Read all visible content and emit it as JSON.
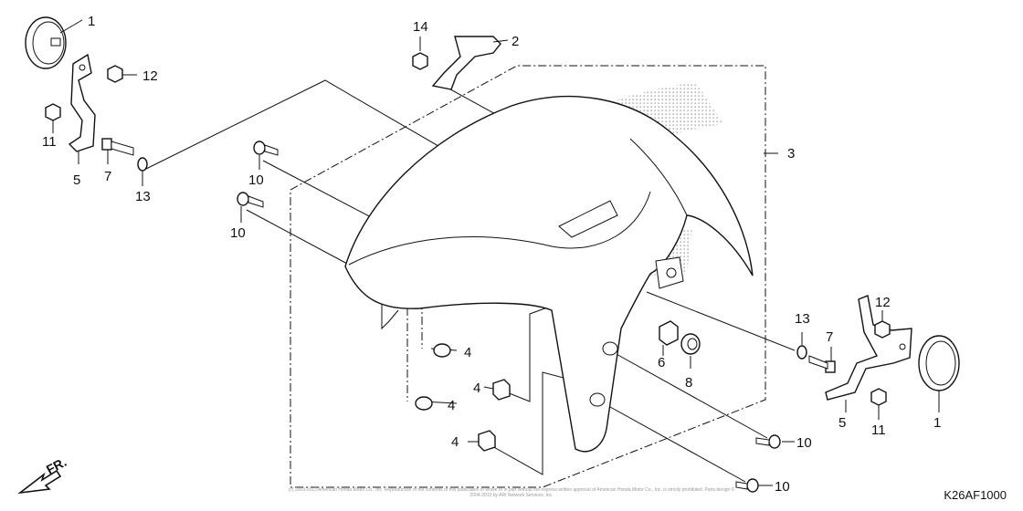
{
  "callouts": [
    {
      "id": "c1a",
      "label": "1"
    },
    {
      "id": "c2",
      "label": "2"
    },
    {
      "id": "c3",
      "label": "3"
    },
    {
      "id": "c4a",
      "label": "4"
    },
    {
      "id": "c4b",
      "label": "4"
    },
    {
      "id": "c4c",
      "label": "4"
    },
    {
      "id": "c4d",
      "label": "4"
    },
    {
      "id": "c5a",
      "label": "5"
    },
    {
      "id": "c5b",
      "label": "5"
    },
    {
      "id": "c6",
      "label": "6"
    },
    {
      "id": "c7a",
      "label": "7"
    },
    {
      "id": "c7b",
      "label": "7"
    },
    {
      "id": "c8",
      "label": "8"
    },
    {
      "id": "c10a",
      "label": "10"
    },
    {
      "id": "c10b",
      "label": "10"
    },
    {
      "id": "c10c",
      "label": "10"
    },
    {
      "id": "c10d",
      "label": "10"
    },
    {
      "id": "c11a",
      "label": "11"
    },
    {
      "id": "c11b",
      "label": "11"
    },
    {
      "id": "c12a",
      "label": "12"
    },
    {
      "id": "c12b",
      "label": "12"
    },
    {
      "id": "c13a",
      "label": "13"
    },
    {
      "id": "c13b",
      "label": "13"
    },
    {
      "id": "c14",
      "label": "14"
    },
    {
      "id": "c1b",
      "label": "1"
    }
  ],
  "direction_label": "FR.",
  "diagram_code": "K26AF1000",
  "copyright": "(c) 2003-2013 American Honda Motor Co., Inc. Reproduction of the contents of this publication in whole or in part without the express written approval of American Honda Motor Co., Inc. is strictly prohibited. Parts design © 2004-2013 by ARI Network Services, Inc."
}
